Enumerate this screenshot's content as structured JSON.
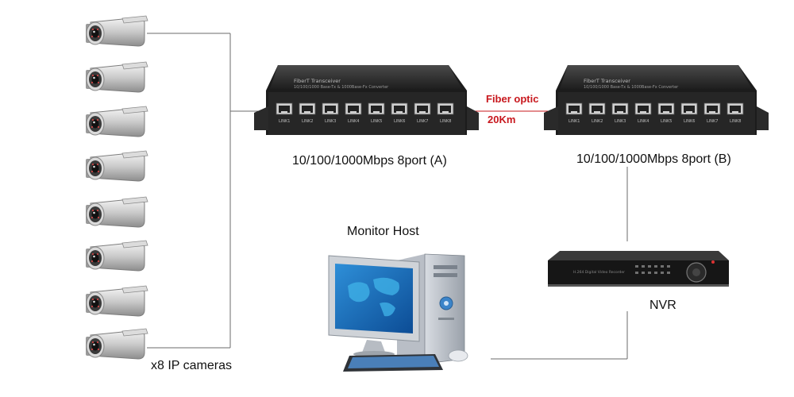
{
  "cameras": {
    "count": 8,
    "caption": "x8 IP cameras",
    "icon": "ip-camera-icon"
  },
  "converter_a": {
    "caption": "10/100/1000Mbps 8port (A)",
    "device_title": "FiberT Transceiver",
    "device_subtitle": "10/100/1000 Base-Tx & 1000Base-Fx Converter",
    "ports": [
      "LINK1",
      "LINK2",
      "LINK3",
      "LINK4",
      "LINK5",
      "LINK6",
      "LINK7",
      "LINK8"
    ]
  },
  "converter_b": {
    "caption": "10/100/1000Mbps 8port (B)",
    "device_title": "FiberT Transceiver",
    "device_subtitle": "10/100/1000 Base-Tx & 1000Base-Fx Converter",
    "ports": [
      "LINK1",
      "LINK2",
      "LINK3",
      "LINK4",
      "LINK5",
      "LINK6",
      "LINK7",
      "LINK8"
    ]
  },
  "fiber_link": {
    "label": "Fiber optic",
    "distance": "20Km",
    "color": "#c8181e"
  },
  "monitor_host": {
    "caption": "Monitor Host",
    "icon": "desktop-computer-icon"
  },
  "nvr": {
    "caption": "NVR",
    "icon": "nvr-recorder-icon"
  },
  "colors": {
    "line": "#6b6b6b",
    "device_body": "#2b2b2b",
    "fiber_label": "#c8181e"
  }
}
